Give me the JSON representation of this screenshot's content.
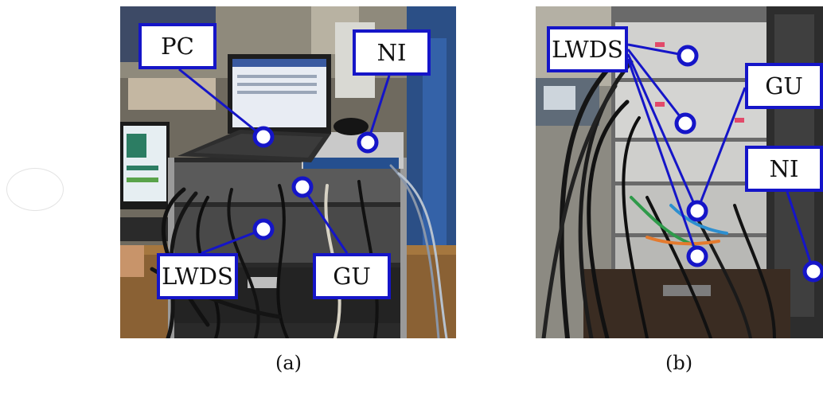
{
  "panel_a": {
    "caption": "(a)",
    "labels": {
      "pc": "PC",
      "ni": "NI",
      "lwds": "LWDS",
      "gu": "GU"
    }
  },
  "panel_b": {
    "caption": "(b)",
    "labels": {
      "lwds": "LWDS",
      "gu": "GU",
      "ni": "NI"
    }
  },
  "colors": {
    "annotation_blue": "#1515c8",
    "marker_fill": "#ffffff"
  }
}
